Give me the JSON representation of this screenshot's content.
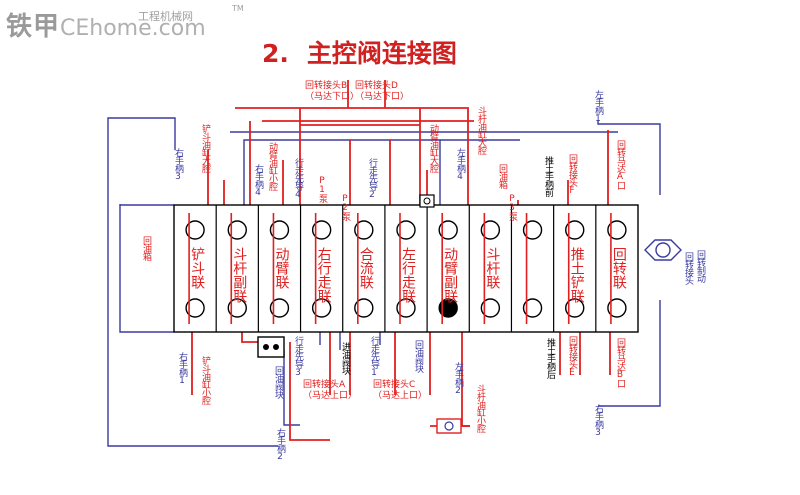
{
  "watermark": {
    "brand": "铁甲",
    "site": "CEhome.com",
    "subtitle": "工程机械网",
    "tm": "TM"
  },
  "title": {
    "number": "2.",
    "text": "主控阀连接图"
  },
  "sections": [
    {
      "label": "铲斗联",
      "arrow": "",
      "hollowBottom": false,
      "filledBottom": false
    },
    {
      "label": "斗杆副联",
      "arrow": "",
      "hollowBottom": false,
      "filledBottom": false
    },
    {
      "label": "动臂联",
      "arrow": "",
      "hollowBottom": false,
      "filledBottom": false
    },
    {
      "label": "右行走联",
      "arrow": "",
      "hollowBottom": false,
      "filledBottom": false
    },
    {
      "label": "合流联",
      "arrow": "",
      "hollowBottom": false,
      "filledBottom": false
    },
    {
      "label": "左行走联",
      "arrow": "",
      "hollowBottom": false,
      "filledBottom": false
    },
    {
      "label": "动臂副联",
      "arrow": "",
      "hollowBottom": false,
      "filledBottom": true
    },
    {
      "label": "斗杆联",
      "arrow": "",
      "hollowBottom": false,
      "filledBottom": false
    },
    {
      "label": "",
      "arrow": "",
      "hollowBottom": true,
      "filledBottom": false
    },
    {
      "label": "推土铲联",
      "arrow": "",
      "hollowBottom": false,
      "filledBottom": false
    },
    {
      "label": "回转联",
      "arrow": "",
      "hollowBottom": false,
      "filledBottom": false
    }
  ],
  "topLabels": {
    "left_hand_3": "右手柄3",
    "bucket_big": "铲斗油缸大腔",
    "right_hand_4": "右手柄4",
    "boom_small": "动臂油缸小腔",
    "walk_pilot_4": "行走先导4",
    "p1_pump": "P1泵",
    "p2_pump": "P2泵",
    "walk_pilot_2": "行走先导2",
    "boom_big": "动臂油缸大腔",
    "left_hand_4": "左手柄4",
    "arm_big": "斗杆油缸大腔",
    "return_box": "回油箱",
    "p3_pump": "P3泵",
    "dozer_grip": "推土手柄前",
    "swing_f": "回转接头F",
    "left_hand_1": "左手柄1",
    "swing_motor_a": "回转马达A口",
    "swing_joint_b": "回转接头B",
    "motor_down_b": "（马达下口）",
    "swing_joint_d": "回转接头D",
    "motor_down_d": "（马达下口）"
  },
  "sideLabels": {
    "return_tank_left": "回油箱",
    "swing_brake": "回转制动",
    "to_swing": "回转接头"
  },
  "bottomLabels": {
    "right_hand_1": "右手柄1",
    "bucket_small": "铲斗油缸小腔",
    "return_block": "回油阀块",
    "walk_pilot_3": "行走先导3",
    "inlet_block": "进油阀块",
    "walk_pilot_1": "行走先导1",
    "return_block2": "回油阀块",
    "left_hand_2": "左手柄2",
    "arm_small": "斗杆油缸小腔",
    "dozer_back": "推土手柄后",
    "swing_e": "回转接头E",
    "swing_motor_b": "回转马达B口",
    "right_hand_3": "右手柄3",
    "right_hand_2": "右手柄2",
    "swing_joint_a": "回转接头A",
    "motor_up_a": "（马达上口）",
    "swing_joint_c": "回转接头C",
    "motor_up_c": "（马达上口）"
  },
  "colors": {
    "red": "#e02020",
    "blue": "#3a3aa0",
    "black": "#000000"
  }
}
